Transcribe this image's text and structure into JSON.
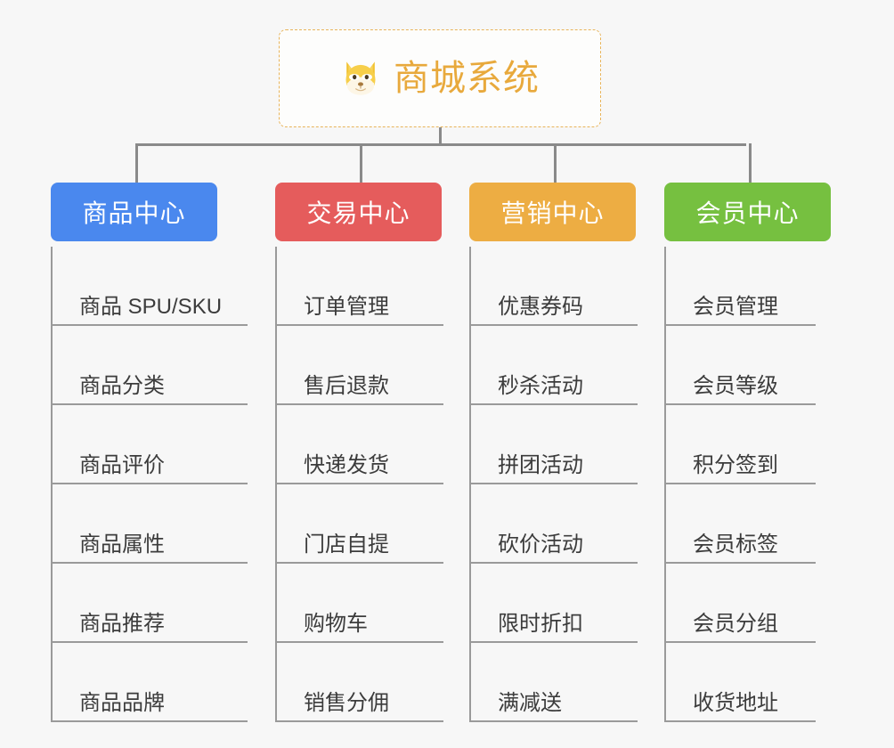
{
  "root": {
    "title": "商城系统",
    "icon": "shiba-inu-dog-icon",
    "border_color": "#e8b45a",
    "text_color": "#e8a93c",
    "background": "#fdfdfc"
  },
  "canvas": {
    "background": "#f7f7f7",
    "connector_color": "#8a8a8a"
  },
  "columns": [
    {
      "title": "商品中心",
      "color": "#4a88ee",
      "items": [
        "商品 SPU/SKU",
        "商品分类",
        "商品评价",
        "商品属性",
        "商品推荐",
        "商品品牌"
      ]
    },
    {
      "title": "交易中心",
      "color": "#e55c5c",
      "items": [
        "订单管理",
        "售后退款",
        "快递发货",
        "门店自提",
        "购物车",
        "销售分佣"
      ]
    },
    {
      "title": "营销中心",
      "color": "#edad43",
      "items": [
        "优惠券码",
        "秒杀活动",
        "拼团活动",
        "砍价活动",
        "限时折扣",
        "满减送"
      ]
    },
    {
      "title": "会员中心",
      "color": "#76c040",
      "items": [
        "会员管理",
        "会员等级",
        "积分签到",
        "会员标签",
        "会员分组",
        "收货地址"
      ]
    }
  ]
}
